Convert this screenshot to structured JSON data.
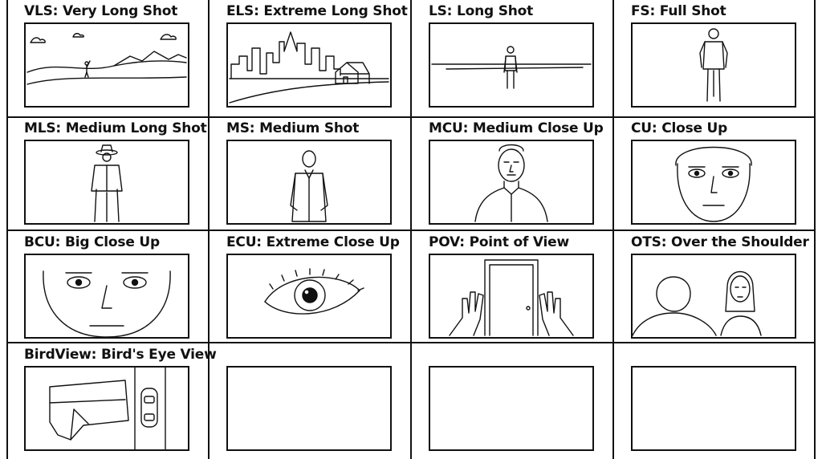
{
  "storyboard": {
    "shots": [
      {
        "id": "vls",
        "label": "VLS: Very Long Shot"
      },
      {
        "id": "els",
        "label": "ELS: Extreme Long Shot"
      },
      {
        "id": "ls",
        "label": "LS: Long Shot"
      },
      {
        "id": "fs",
        "label": "FS: Full Shot"
      },
      {
        "id": "mls",
        "label": "MLS: Medium Long Shot"
      },
      {
        "id": "ms",
        "label": "MS: Medium Shot"
      },
      {
        "id": "mcu",
        "label": "MCU: Medium Close Up"
      },
      {
        "id": "cu",
        "label": "CU: Close Up"
      },
      {
        "id": "bcu",
        "label": "BCU: Big Close Up"
      },
      {
        "id": "ecu",
        "label": "ECU: Extreme Close Up"
      },
      {
        "id": "pov",
        "label": "POV: Point of View"
      },
      {
        "id": "ots",
        "label": "OTS: Over the Shoulder"
      },
      {
        "id": "birdview",
        "label": "BirdView: Bird's Eye View"
      },
      {
        "id": "empty1",
        "label": ""
      },
      {
        "id": "empty2",
        "label": ""
      },
      {
        "id": "empty3",
        "label": ""
      }
    ]
  }
}
